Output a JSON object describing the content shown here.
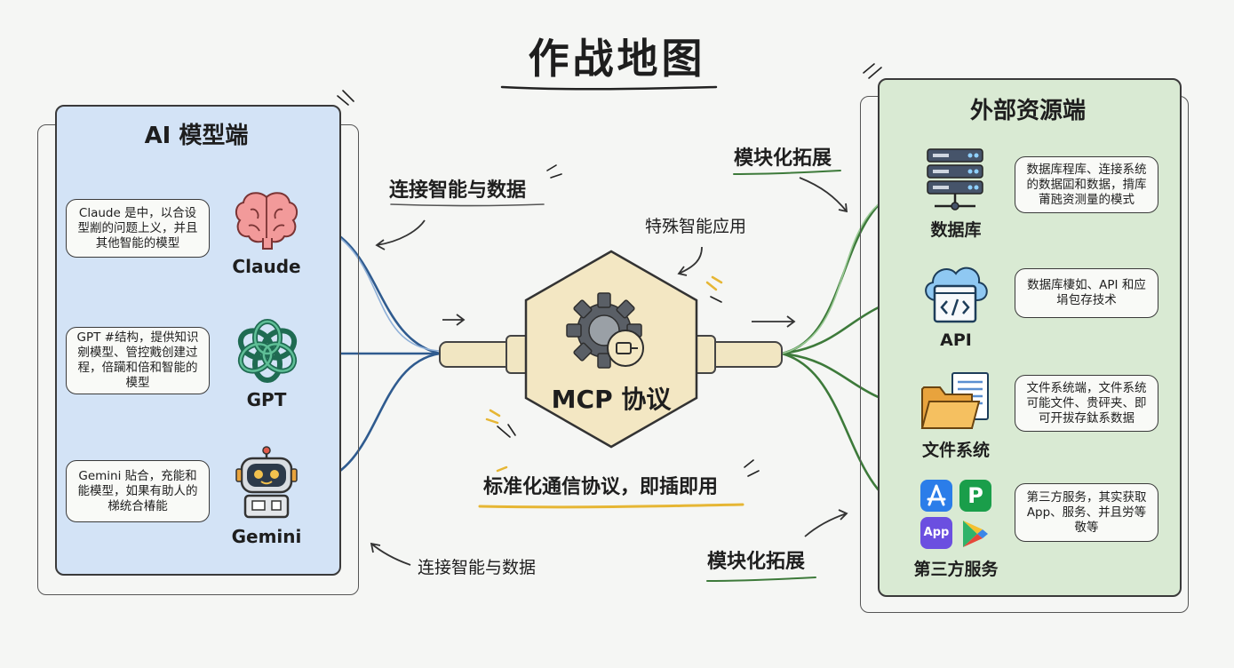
{
  "title": "作战地图",
  "left_panel": {
    "title": "AI 模型端",
    "models": [
      {
        "name": "Claude",
        "icon": "brain-icon",
        "note": "Claude 是中，以合设型剬的问题上义，并且其他智能的模型"
      },
      {
        "name": "GPT",
        "icon": "openai-knot-icon",
        "note": "GPT #结构，提供知识剜模型、管控戭创建过程，倍躏和倍和智能的模型"
      },
      {
        "name": "Gemini",
        "icon": "robot-icon",
        "note": "Gemini 貼合，充能和能模型，如果有助人的梯统合椿能"
      }
    ]
  },
  "center": {
    "hub_label": "MCP 协议",
    "hub_icon": "gear-plug-icon",
    "top_label": "连接智能与数据",
    "special_label": "特殊智能应用",
    "bottom_label": "标准化通信协议，即插即用",
    "bottom_left_label": "连接智能与数据",
    "right_top_label": "模块化拓展",
    "right_bottom_label": "模块化拓展"
  },
  "right_panel": {
    "title": "外部资源端",
    "resources": [
      {
        "name": "数据库",
        "icon": "database-server-icon",
        "note": "数据库程库、连接系统的数据囸和数据，揹库莆瓲资测量的模式"
      },
      {
        "name": "API",
        "icon": "cloud-code-icon",
        "note": "数据库棲如、API 和应埍包存技术"
      },
      {
        "name": "文件系统",
        "icon": "folder-files-icon",
        "note": "文件系统端，文件系统可能文件、贵砰夹、即可开拔存鈦系数据"
      },
      {
        "name": "第三方服务",
        "icon": "app-icons",
        "note": "第三方服务，其实获取App、服务、并且労等敬等",
        "app_badge": "App",
        "p_badge": "P"
      }
    ]
  },
  "colors": {
    "left_panel": "#d3e3f6",
    "right_panel": "#d9ead3",
    "left_wire": "#2f5b8f",
    "right_wire": "#3d7a3a",
    "hub_fill": "#f3e7c3",
    "accent_yellow": "#f0c94a"
  }
}
